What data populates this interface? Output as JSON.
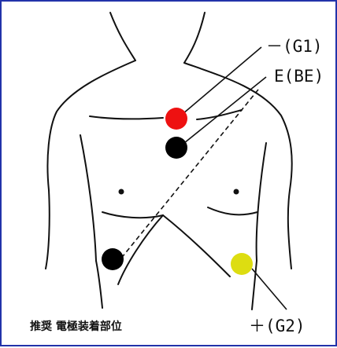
{
  "labels": {
    "minus_g1": "－(G1)",
    "e_be": "E(BE)",
    "plus_g2": "＋(G2)"
  },
  "caption": "推奨 電極装着部位",
  "colors": {
    "border": "#2233aa",
    "electrode_minus": "#ee1111",
    "electrode_e": "#000000",
    "electrode_plus": "#dddd11",
    "electrode_lower": "#000000",
    "line": "#111111"
  }
}
